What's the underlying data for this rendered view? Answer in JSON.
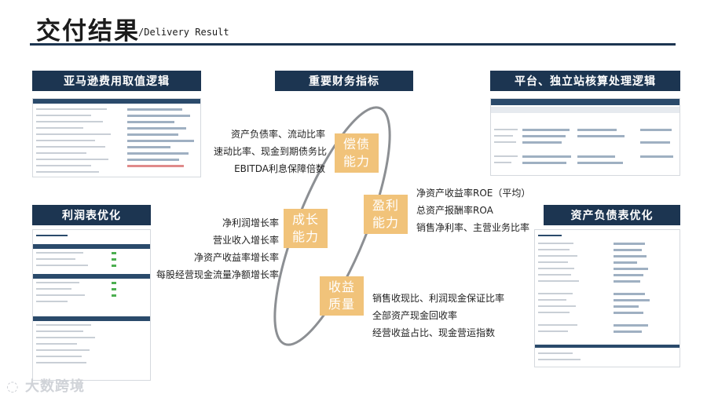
{
  "header": {
    "title": "交付结果",
    "subtitle": "/Delivery Result"
  },
  "sections": {
    "amazon": "亚马逊费用取值逻辑",
    "indicators": "重要财务指标",
    "platform": "平台、独立站核算处理逻辑",
    "profit": "利润表优化",
    "balance": "资产负债表优化"
  },
  "bubbles": {
    "solvency": [
      "偿债",
      "能力"
    ],
    "profitability": [
      "盈利",
      "能力"
    ],
    "growth": [
      "成长",
      "能力"
    ],
    "quality": [
      "收益",
      "质量"
    ]
  },
  "metrics": {
    "solvency": [
      "资产负债率、流动比率",
      "速动比率、现金到期债务比",
      "EBITDA利息保障倍数"
    ],
    "profitability": [
      "净资产收益率ROE（平均）",
      "总资产报酬率ROA",
      "销售净利率、主营业务比率"
    ],
    "growth": [
      "净利润增长率",
      "营业收入增长率",
      "净资产收益率增长率",
      "每股经营现金流量净额增长率"
    ],
    "quality": [
      "销售收现比、利润现金保证比率",
      "全部资产现金回收率",
      "经营收益占比、现金营运指数"
    ]
  },
  "watermark": "大数跨境",
  "colors": {
    "navy": "#1c3551",
    "bubble": "#f1c37a",
    "ellipse": "#8c8f93"
  }
}
